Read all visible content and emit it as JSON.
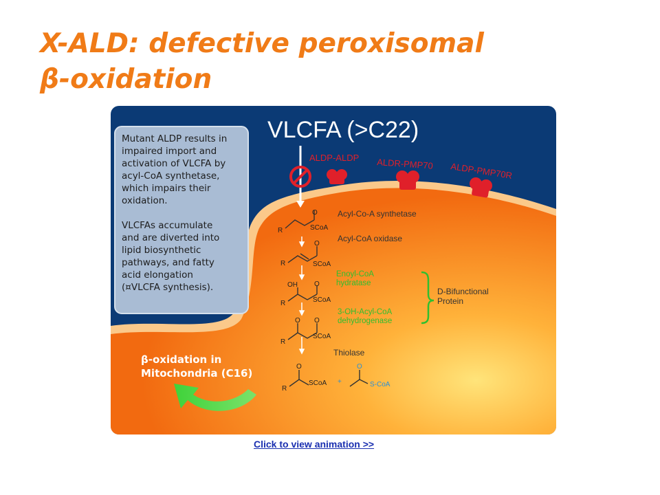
{
  "title": {
    "line1": "X-ALD: defective peroxisomal",
    "line2": "β-oxidation"
  },
  "diagram": {
    "heading": "VLCFA (>C22)",
    "info_box": {
      "para1": [
        "Mutant ALDP results in",
        "impaired import and",
        "activation of VLCFA by",
        "acyl-CoA synthetase,",
        "which impairs their",
        "oxidation."
      ],
      "para2": [
        "VLCFAs accumulate",
        "and are diverted into",
        "lipid biosynthetic",
        "pathways, and fatty",
        "acid elongation",
        "(¤VLCFA synthesis)."
      ]
    },
    "transporters": {
      "t1": "ALDP-ALDP",
      "t2": "ALDR-PMP70",
      "t3": "ALDP-PMP70R"
    },
    "enzymes": {
      "e1": "Acyl-Co-A synthetase",
      "e2": "Acyl-CoA oxidase",
      "e3_line1": "Enoyl-CoA",
      "e3_line2": "hydratase",
      "e4_line1": "3-OH-Acyl-CoA",
      "e4_line2": "dehydrogenase",
      "e5": "Thiolase"
    },
    "bifunctional": {
      "line1": "D-Bifunctional",
      "line2": "Protein"
    },
    "mito": {
      "line1": "β-oxidation in",
      "line2": "Mitochondria (C16)"
    },
    "chem": {
      "o": "O",
      "oh": "OH",
      "r": "R",
      "scoa": "SCoA",
      "plus": "+",
      "s_coa": "S-CoA"
    },
    "colors": {
      "navy": "#0b3a75",
      "orange": "#f47a1a",
      "red": "#e0202a",
      "green": "#3ec83a",
      "box": "#a9bcd4"
    }
  },
  "link": {
    "label": "Click to view animation >>"
  }
}
